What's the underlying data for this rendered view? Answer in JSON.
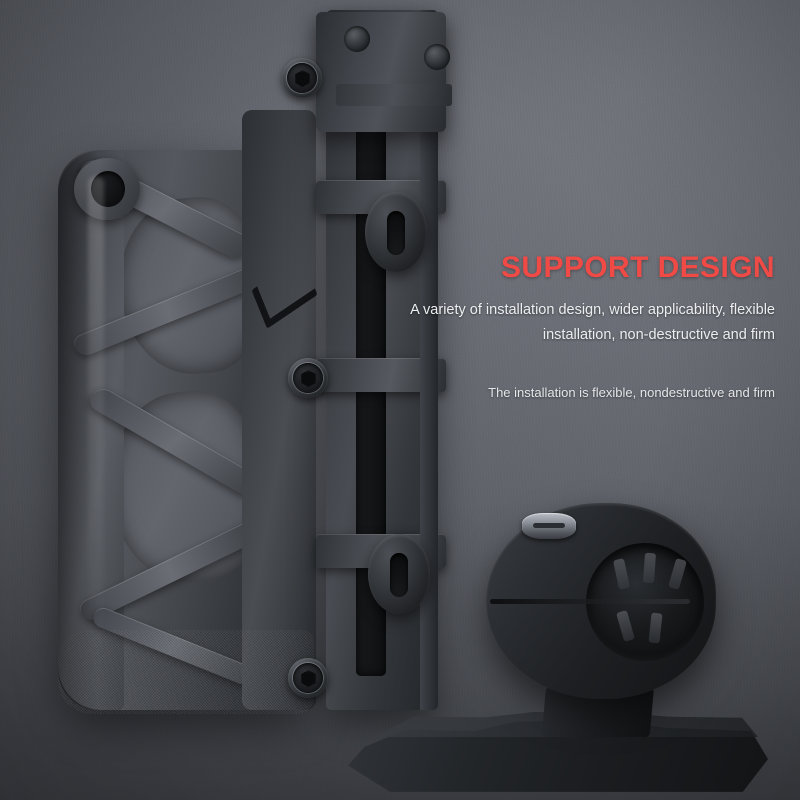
{
  "scene": {
    "background_top_right": "#75787f",
    "background_bottom_left": "#4b4d53"
  },
  "product": {
    "cage": {
      "name": "bicycle-bottle-cage",
      "finish": "matte black",
      "bolt_count": 3,
      "grommet_count": 2
    },
    "clamp": {
      "name": "handlebar-clamp",
      "finish": "matte black",
      "screw_color": "#b9bec6"
    }
  },
  "copy": {
    "headline": "SUPPORT DESIGN",
    "headline_color": "#f04a46",
    "body_lines": [
      "A variety of installation design, wider applicability, flexible",
      "installation, non-destructive and firm"
    ],
    "tagline": "The installation is flexible, nondestructive and firm"
  }
}
